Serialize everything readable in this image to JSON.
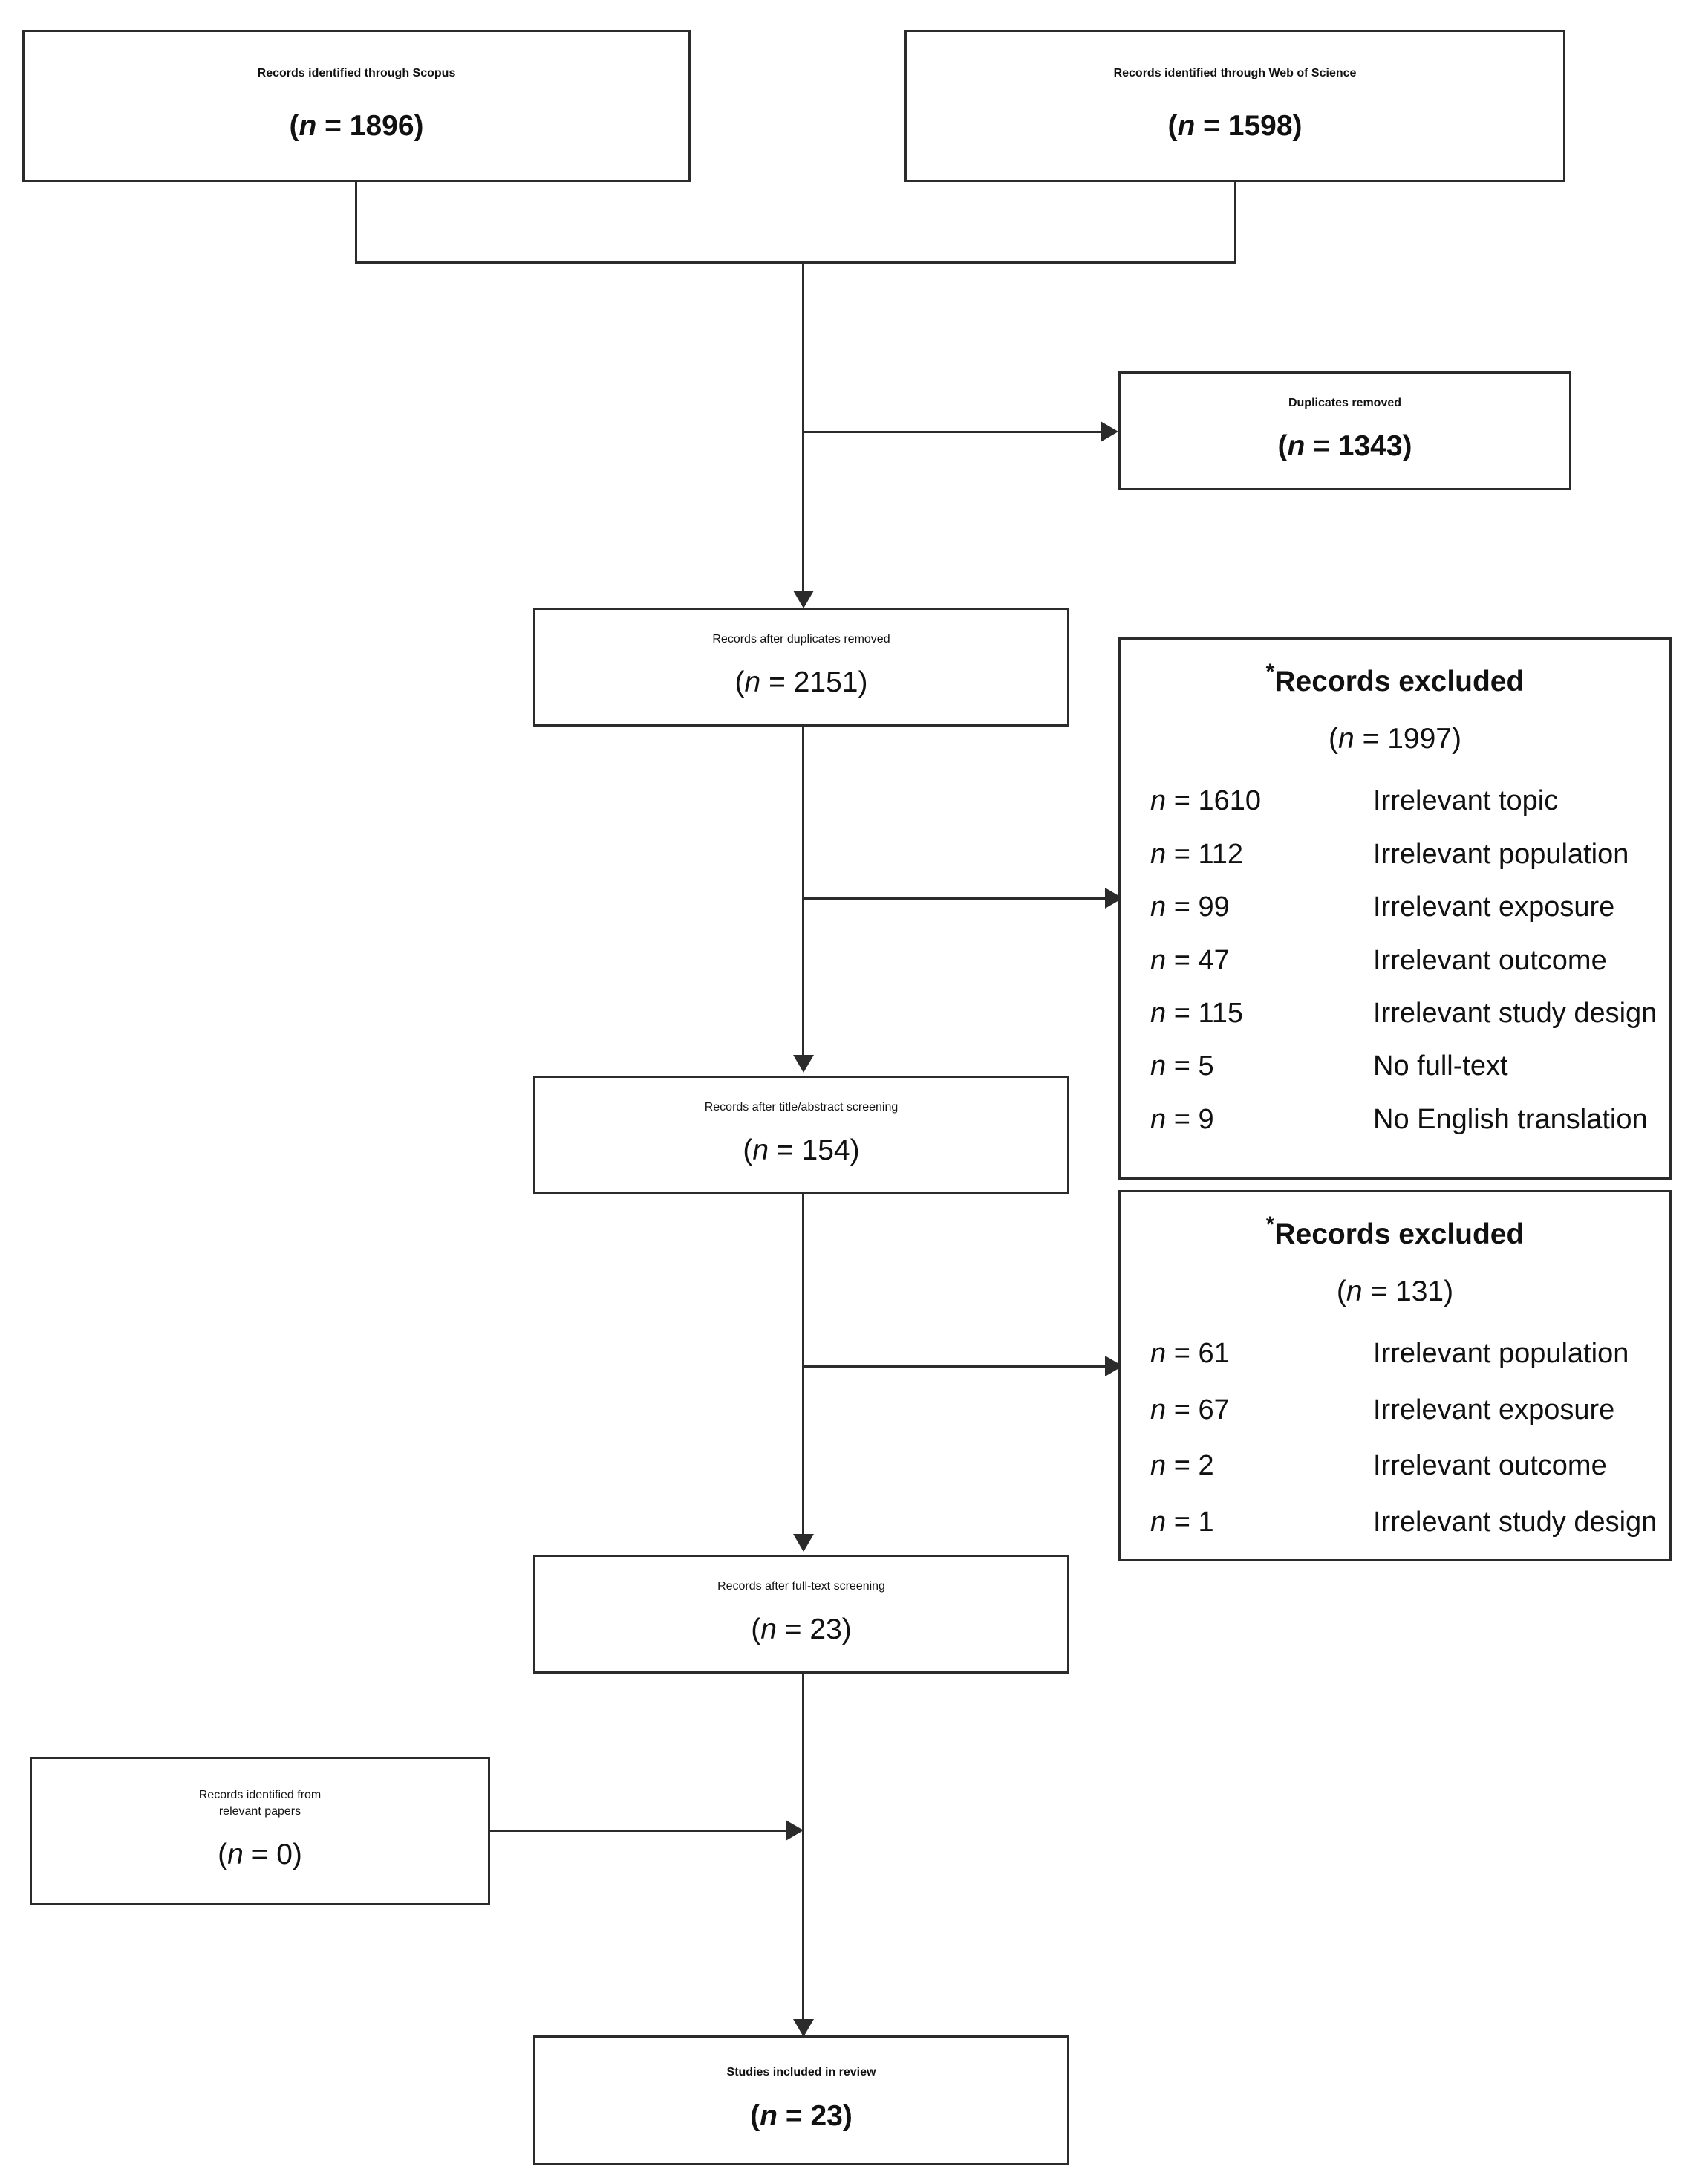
{
  "diagram": {
    "type": "prisma-flow-diagram",
    "boxes": {
      "scopus": {
        "title": "Records identified through Scopus",
        "count_prefix": "(",
        "n_label": "n",
        "count_value": " = 1896)"
      },
      "wos": {
        "title": "Records identified through Web of Science",
        "count_prefix": "(",
        "n_label": "n",
        "count_value": " = 1598)"
      },
      "duplicates_removed": {
        "title": "Duplicates removed",
        "count_prefix": "(",
        "n_label": "n",
        "count_value": " = 1343)"
      },
      "after_duplicates": {
        "title": "Records after duplicates removed",
        "count_prefix": "(",
        "n_label": "n",
        "count_value": " = 2151)"
      },
      "after_title_abstract": {
        "title": "Records after title/abstract screening",
        "count_prefix": "(",
        "n_label": "n",
        "count_value": " = 154)"
      },
      "after_fulltext": {
        "title": "Records after full-text screening",
        "count_prefix": "(",
        "n_label": "n",
        "count_value": " = 23)"
      },
      "from_relevant_papers": {
        "title_line1": "Records identified from",
        "title_line2": "relevant papers",
        "count_prefix": "(",
        "n_label": "n",
        "count_value": " = 0)"
      },
      "included": {
        "title": "Studies included in review",
        "count_prefix": "(",
        "n_label": "n",
        "count_value": " = 23)"
      }
    },
    "excluded_boxes": [
      {
        "star": "*",
        "heading": "Records excluded",
        "count_prefix": "(",
        "n_label": "n",
        "count_value": " = 1997)",
        "rows": [
          {
            "n_label": "n",
            "n_value": " = 1610",
            "reason": "Irrelevant topic"
          },
          {
            "n_label": "n",
            "n_value": " = 112",
            "reason": "Irrelevant population"
          },
          {
            "n_label": "n",
            "n_value": " = 99",
            "reason": "Irrelevant exposure"
          },
          {
            "n_label": "n",
            "n_value": " = 47",
            "reason": "Irrelevant outcome"
          },
          {
            "n_label": "n",
            "n_value": " = 115",
            "reason": "Irrelevant study design"
          },
          {
            "n_label": "n",
            "n_value": " = 5",
            "reason": "No full-text"
          },
          {
            "n_label": "n",
            "n_value": " = 9",
            "reason": "No English translation"
          }
        ]
      },
      {
        "star": "*",
        "heading": "Records excluded",
        "count_prefix": "(",
        "n_label": "n",
        "count_value": " = 131)",
        "rows": [
          {
            "n_label": "n",
            "n_value": " = 61",
            "reason": "Irrelevant population"
          },
          {
            "n_label": "n",
            "n_value": " = 67",
            "reason": "Irrelevant exposure"
          },
          {
            "n_label": "n",
            "n_value": " = 2",
            "reason": "Irrelevant outcome"
          },
          {
            "n_label": "n",
            "n_value": " = 1",
            "reason": "Irrelevant study design"
          }
        ]
      }
    ],
    "colors": {
      "border": "#2b2b2b",
      "connector": "#2b2b2b",
      "background": "#ffffff",
      "text": "#111111"
    }
  }
}
